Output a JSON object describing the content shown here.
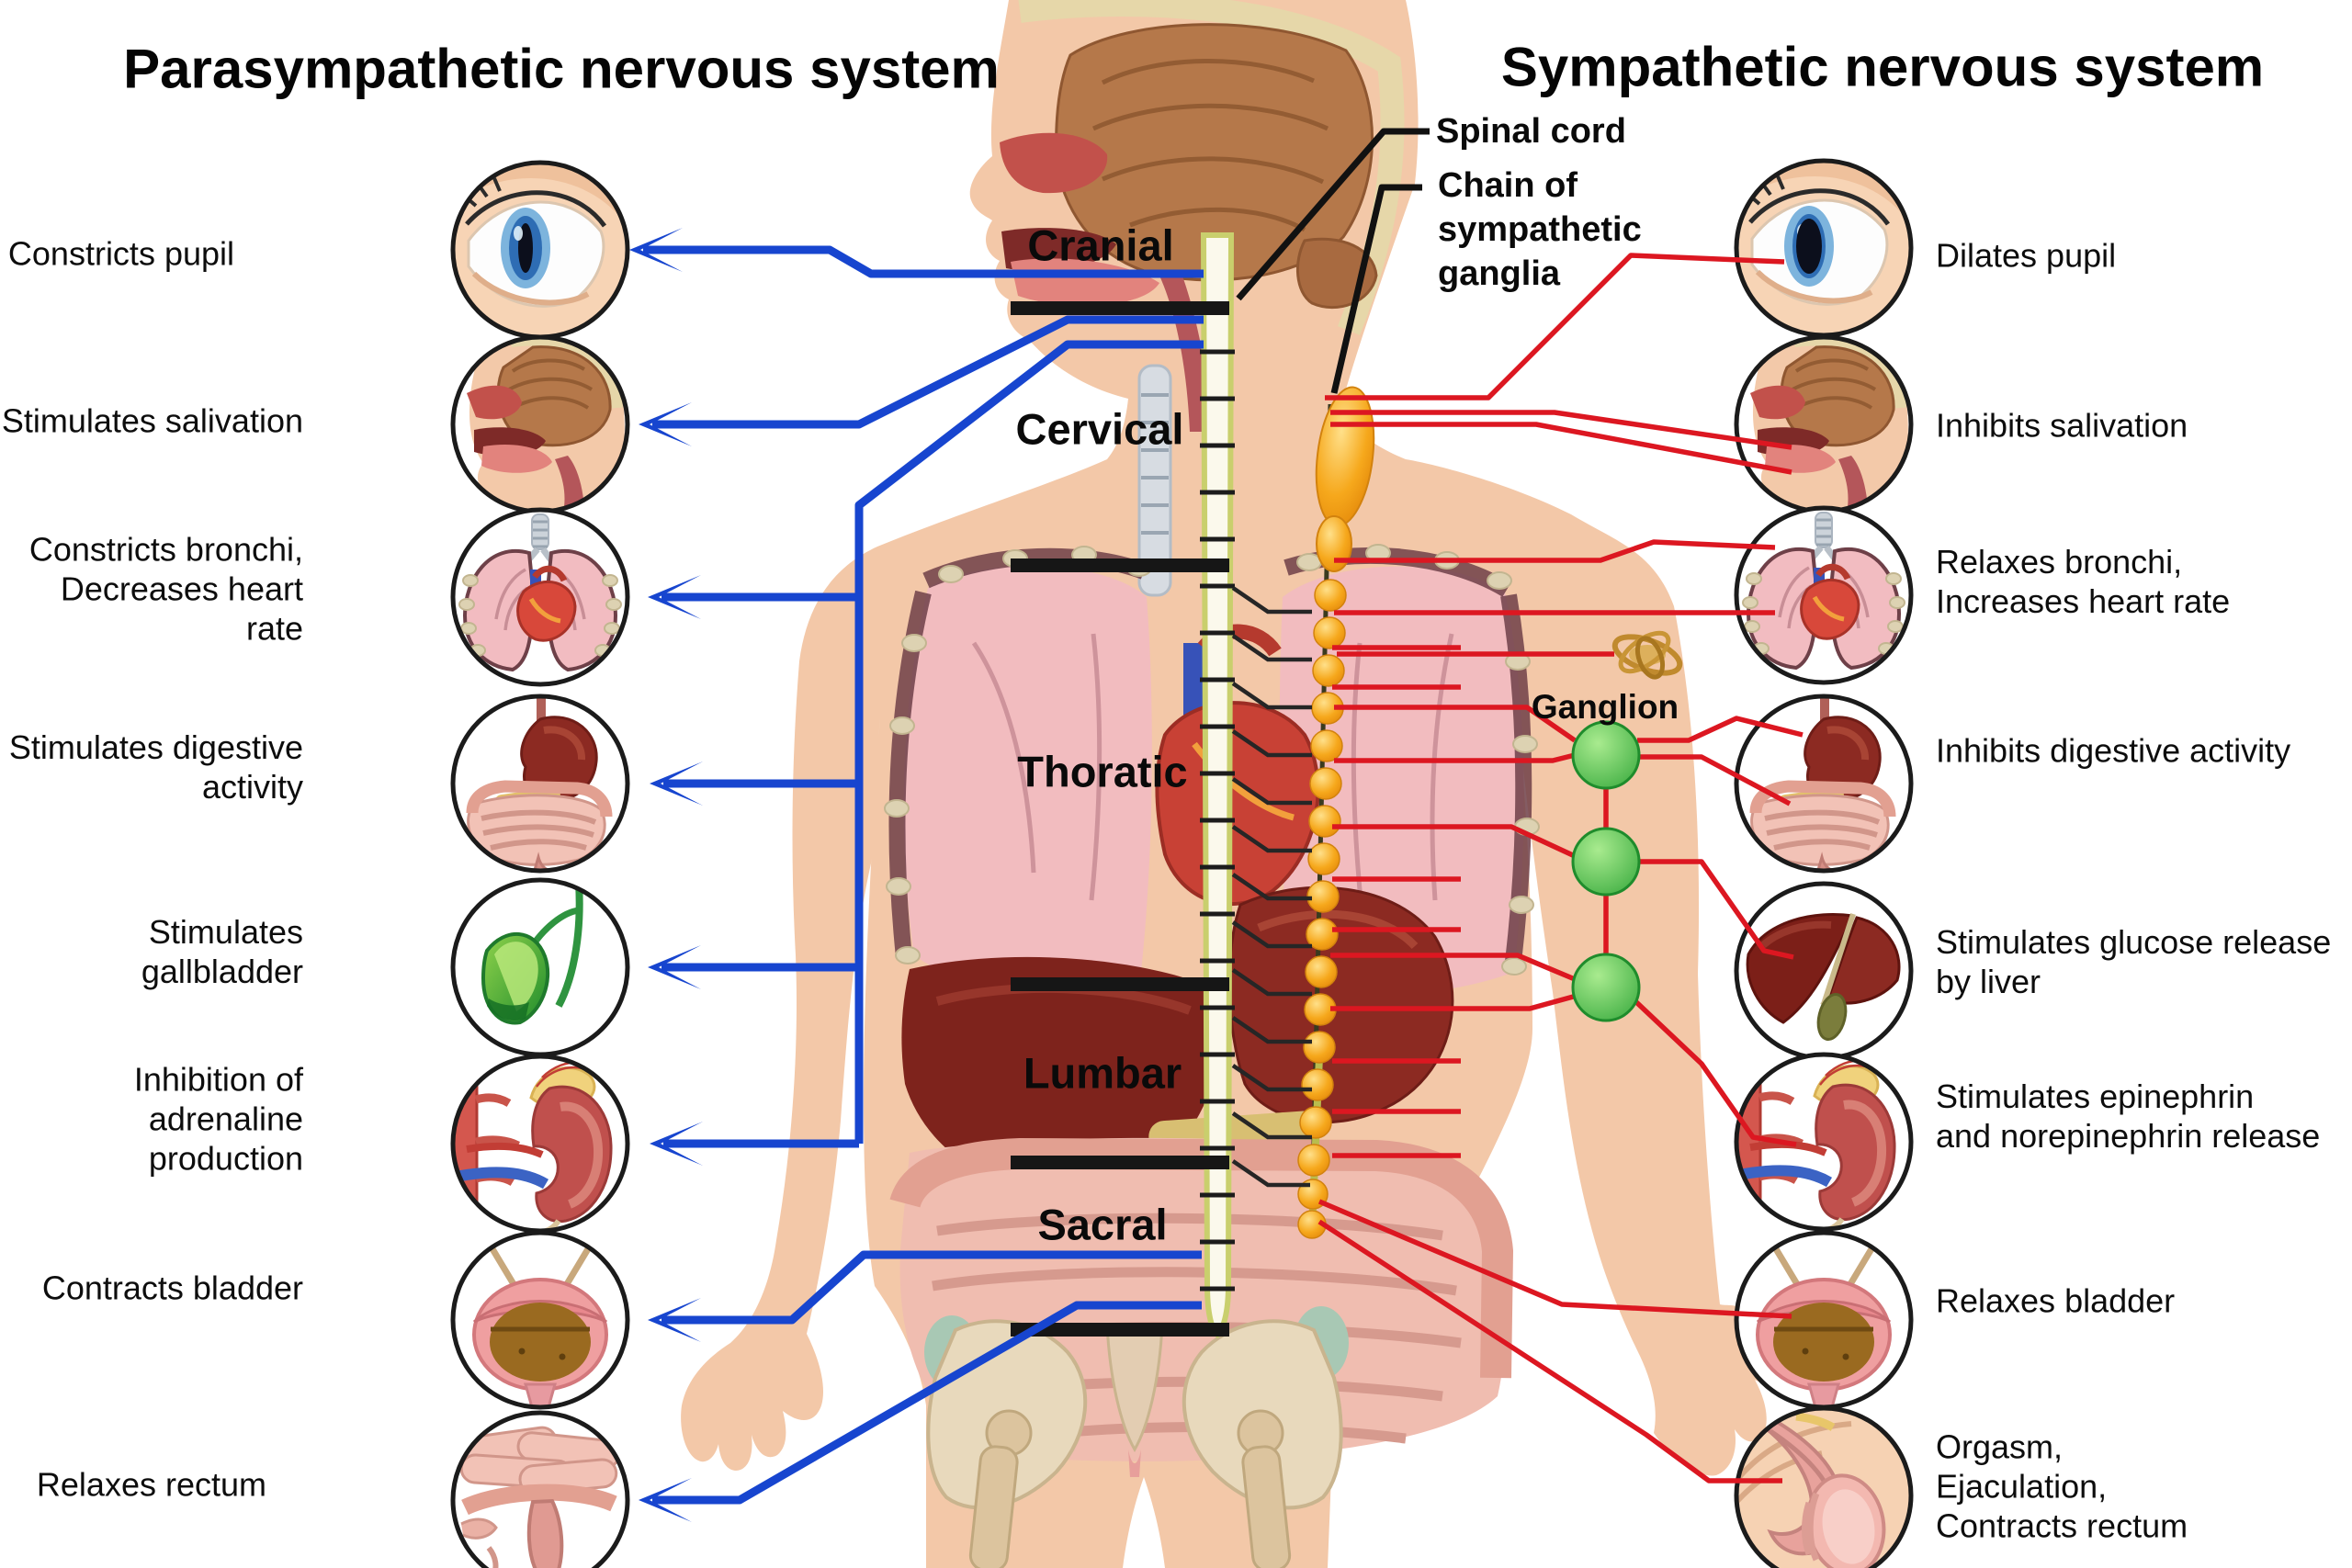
{
  "titles": {
    "left": "Parasympathetic nervous system",
    "right": "Sympathetic nervous system"
  },
  "annotations": {
    "spinal_cord": "Spinal cord",
    "chain_of_ganglia": "Chain of\nsympathetic\nganglia",
    "ganglion": "Ganglion"
  },
  "spine_regions": [
    {
      "label": "Cranial"
    },
    {
      "label": "Cervical"
    },
    {
      "label": "Thoratic"
    },
    {
      "label": "Lumbar"
    },
    {
      "label": "Sacral"
    }
  ],
  "parasympathetic_effects": [
    {
      "label": "Constricts pupil",
      "icon": "eye-icon"
    },
    {
      "label": "Stimulates salivation",
      "icon": "head-salivation-icon"
    },
    {
      "label": "Constricts bronchi,\nDecreases heart rate",
      "icon": "lungs-heart-icon"
    },
    {
      "label": "Stimulates digestive\nactivity",
      "icon": "stomach-intestines-icon"
    },
    {
      "label": "Stimulates gallbladder",
      "icon": "gallbladder-icon"
    },
    {
      "label": "Inhibition of adrenaline\nproduction",
      "icon": "kidney-adrenal-icon"
    },
    {
      "label": "Contracts bladder",
      "icon": "bladder-icon"
    },
    {
      "label": "Relaxes rectum",
      "icon": "rectum-icon"
    }
  ],
  "sympathetic_effects": [
    {
      "label": "Dilates pupil",
      "icon": "eye-icon"
    },
    {
      "label": "Inhibits salivation",
      "icon": "head-salivation-icon"
    },
    {
      "label": "Relaxes bronchi,\nIncreases heart rate",
      "icon": "lungs-heart-icon"
    },
    {
      "label": "Inhibits digestive activity",
      "icon": "stomach-intestines-icon"
    },
    {
      "label": "Stimulates glucose release\nby liver",
      "icon": "liver-icon"
    },
    {
      "label": "Stimulates epinephrin\nand norepinephrin release",
      "icon": "kidney-adrenal-icon"
    },
    {
      "label": "Relaxes bladder",
      "icon": "bladder-icon"
    },
    {
      "label": "Orgasm,\nEjaculation,\nContracts rectum",
      "icon": "genitals-icon"
    }
  ],
  "colors": {
    "parasympathetic_line": "#1745cf",
    "sympathetic_line": "#dc1721",
    "ganglion_green": "#3fae3f",
    "chain_orange": "#f6a81c",
    "skin": "#f3c8a8"
  }
}
